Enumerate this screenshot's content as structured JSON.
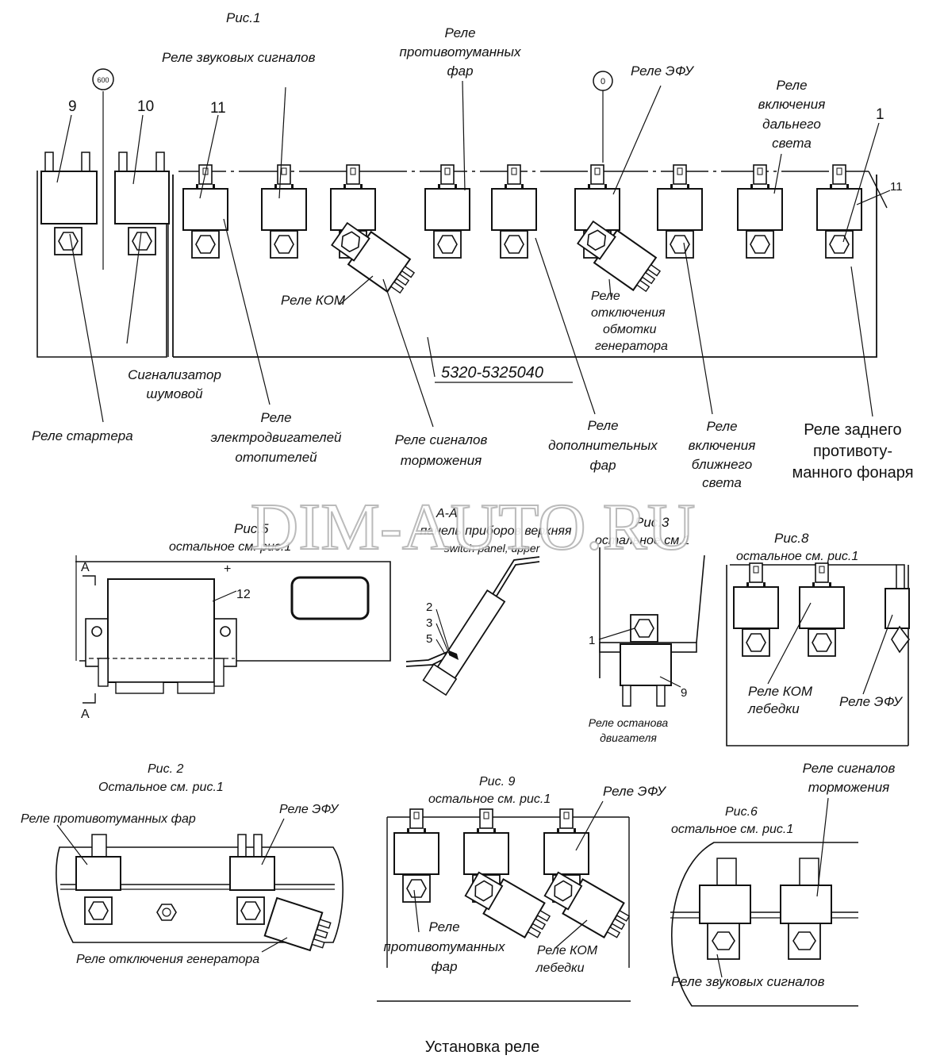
{
  "caption": "Установка реле",
  "watermark": "DIM-AUTO.RU",
  "fig1": {
    "title": "Рис.1",
    "part_number": "5320-5325040",
    "circle_600": "600",
    "circle_0": "0",
    "num_9": "9",
    "num_10": "10",
    "num_11": "11",
    "num_1": "1",
    "num_11_right": "11",
    "labels": {
      "horn": "Реле звуковых сигналов",
      "fog_1": "Реле",
      "fog_2": "противотуманных",
      "fog_3": "фар",
      "efu": "Реле ЭФУ",
      "high_1": "Реле",
      "high_2": "включения",
      "high_3": "дальнего",
      "high_4": "света",
      "kom": "Реле КОМ",
      "gen_1": "Реле",
      "gen_2": "отключения",
      "gen_3": "обмотки",
      "gen_4": "генератора",
      "buzzer_1": "Сигнализатор",
      "buzzer_2": "шумовой",
      "starter": "Реле стартера",
      "motor_1": "Реле",
      "motor_2": "электродвигателей",
      "motor_3": "отопителей",
      "brake_1": "Реле сигналов",
      "brake_2": "торможения",
      "aux_1": "Реле",
      "aux_2": "дополнительных",
      "aux_3": "фар",
      "low_1": "Реле",
      "low_2": "включения",
      "low_3": "ближнего",
      "low_4": "света",
      "rear_1": "Реле заднего",
      "rear_2": "противоту-",
      "rear_3": "манного фонаря"
    }
  },
  "fig5": {
    "title": "Рис.5",
    "note": "остальное см. рис.1",
    "letter_top": "А",
    "letter_bottom": "А",
    "num_12": "12"
  },
  "section_aa": {
    "title": "А-А",
    "line_1": "панель приборов верхняя",
    "line_2": "switch panel, upper",
    "num_2": "2",
    "num_3": "3",
    "num_5": "5"
  },
  "fig3": {
    "title": "Рис.3",
    "note": "остальное см.1",
    "num_1": "1",
    "num_9": "9",
    "stop_1": "Реле останова",
    "stop_2": "двигателя"
  },
  "fig8": {
    "title": "Рис.8",
    "note": "остальное см. рис.1",
    "kom_1": "Реле КОМ",
    "kom_2": "лебедки",
    "efu": "Реле ЭФУ"
  },
  "fig2": {
    "title": "Рис. 2",
    "note": "Остальное см. рис.1",
    "fog": "Реле противотуманных фар",
    "efu": "Реле ЭФУ",
    "gen": "Реле отключения генератора"
  },
  "fig9": {
    "title": "Рис. 9",
    "note": "остальное см. рис.1",
    "efu": "Реле ЭФУ",
    "fog_1": "Реле",
    "fog_2": "противотуманных",
    "fog_3": "фар",
    "kom_1": "Реле КОМ",
    "kom_2": "лебедки"
  },
  "fig6": {
    "title": "Рис.6",
    "note": "остальное см. рис.1",
    "brake_1": "Реле сигналов",
    "brake_2": "торможения",
    "horn": "Реле звуковых сигналов"
  }
}
